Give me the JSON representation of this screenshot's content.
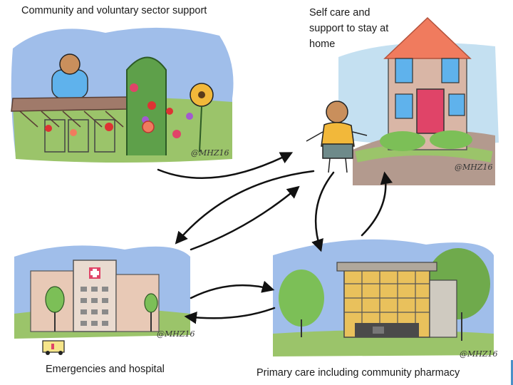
{
  "labels": {
    "community": "Community and voluntary sector support",
    "selfcare": "Self care and support to stay at home",
    "emergencies": "Emergencies and hospital",
    "primary": "Primary care including community pharmacy"
  },
  "signature": "@MHZ16",
  "colors": {
    "sky": "#8fb3e6",
    "grass": "#9bc46a",
    "house_roof": "#f07b5e",
    "door": "#e04468",
    "window": "#5fb2ec",
    "building_glass": "#e9c15c",
    "arrow": "#111111"
  }
}
